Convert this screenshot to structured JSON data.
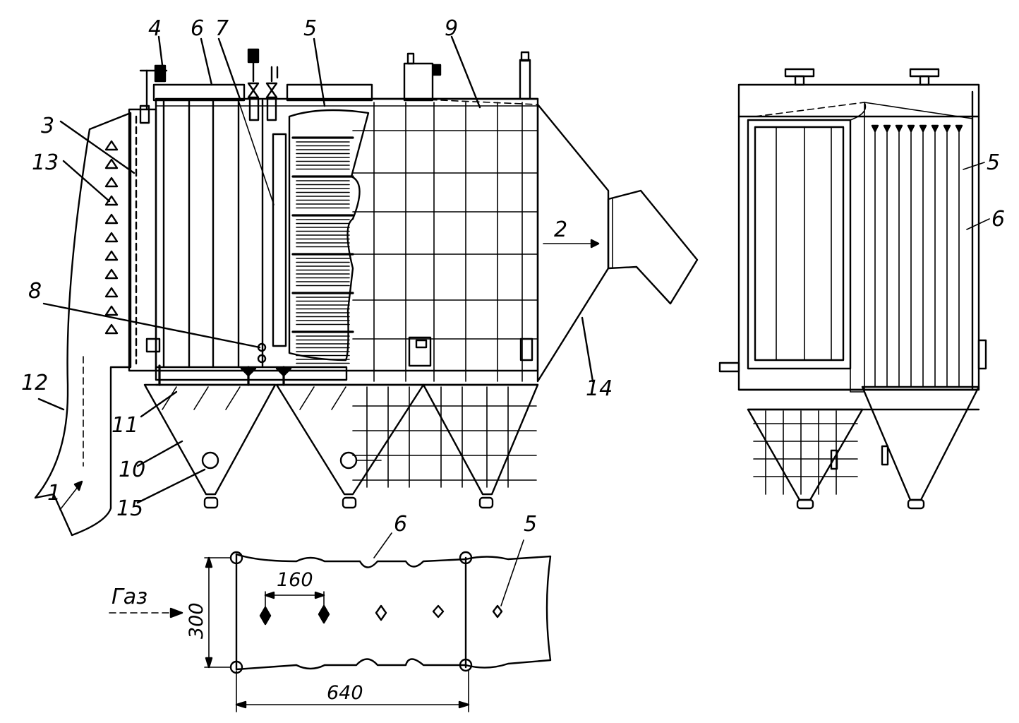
{
  "callouts": {
    "n1": "1",
    "n2": "2",
    "n3": "3",
    "n4": "4",
    "n5": "5",
    "n6": "6",
    "n7": "7",
    "n8": "8",
    "n9": "9",
    "n10": "10",
    "n11": "11",
    "n12": "12",
    "n13": "13",
    "n14": "14",
    "n15": "15"
  },
  "end_view": {
    "n5": "5",
    "n6": "6"
  },
  "section": {
    "n6": "6",
    "n5": "5",
    "gas_label": "Газ",
    "dim_pitch": "160",
    "dim_height": "300",
    "dim_width": "640"
  }
}
